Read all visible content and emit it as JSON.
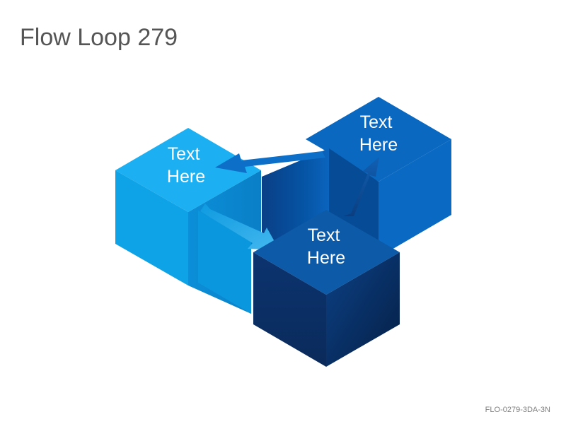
{
  "slide": {
    "title": "Flow Loop 279",
    "footer_code": "FLO-0279-3DA-3N"
  },
  "cubes": [
    {
      "id": "left",
      "line1": "Text",
      "line2": "Here",
      "top_color": "#1cb0f2",
      "left_color": "#0ea2e6",
      "right_color": "#0a86cf"
    },
    {
      "id": "right",
      "line1": "Text",
      "line2": "Here",
      "top_color": "#0a68c0",
      "left_color": "#0553a3",
      "right_color": "#0a6ac3"
    },
    {
      "id": "front",
      "line1": "Text",
      "line2": "Here",
      "top_color": "#0c5aa8",
      "left_color": "#0b2f66",
      "right_color": "#0b3d7e"
    }
  ],
  "arrows": [
    {
      "id": "right-to-left",
      "color": "#0e6fc8"
    },
    {
      "id": "left-to-front",
      "color": "#2fa8e8"
    },
    {
      "id": "front-to-right",
      "color": "#0d4f99"
    }
  ]
}
